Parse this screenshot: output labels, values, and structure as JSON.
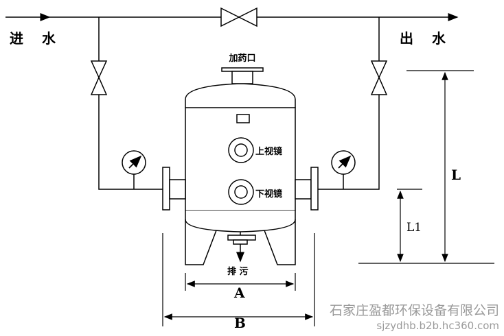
{
  "labels": {
    "inlet": "进 水",
    "outlet": "出 水",
    "dosing_port": "加药口",
    "upper_sight_glass": "上视镜",
    "lower_sight_glass": "下视镜",
    "drain": "排 污"
  },
  "dimensions": {
    "L": "L",
    "L1": "L1",
    "A": "A",
    "B": "B"
  },
  "watermark": {
    "company": "石家庄盈都环保设备有限公司",
    "url": "sjzydhb.b2b.hc360.com"
  }
}
